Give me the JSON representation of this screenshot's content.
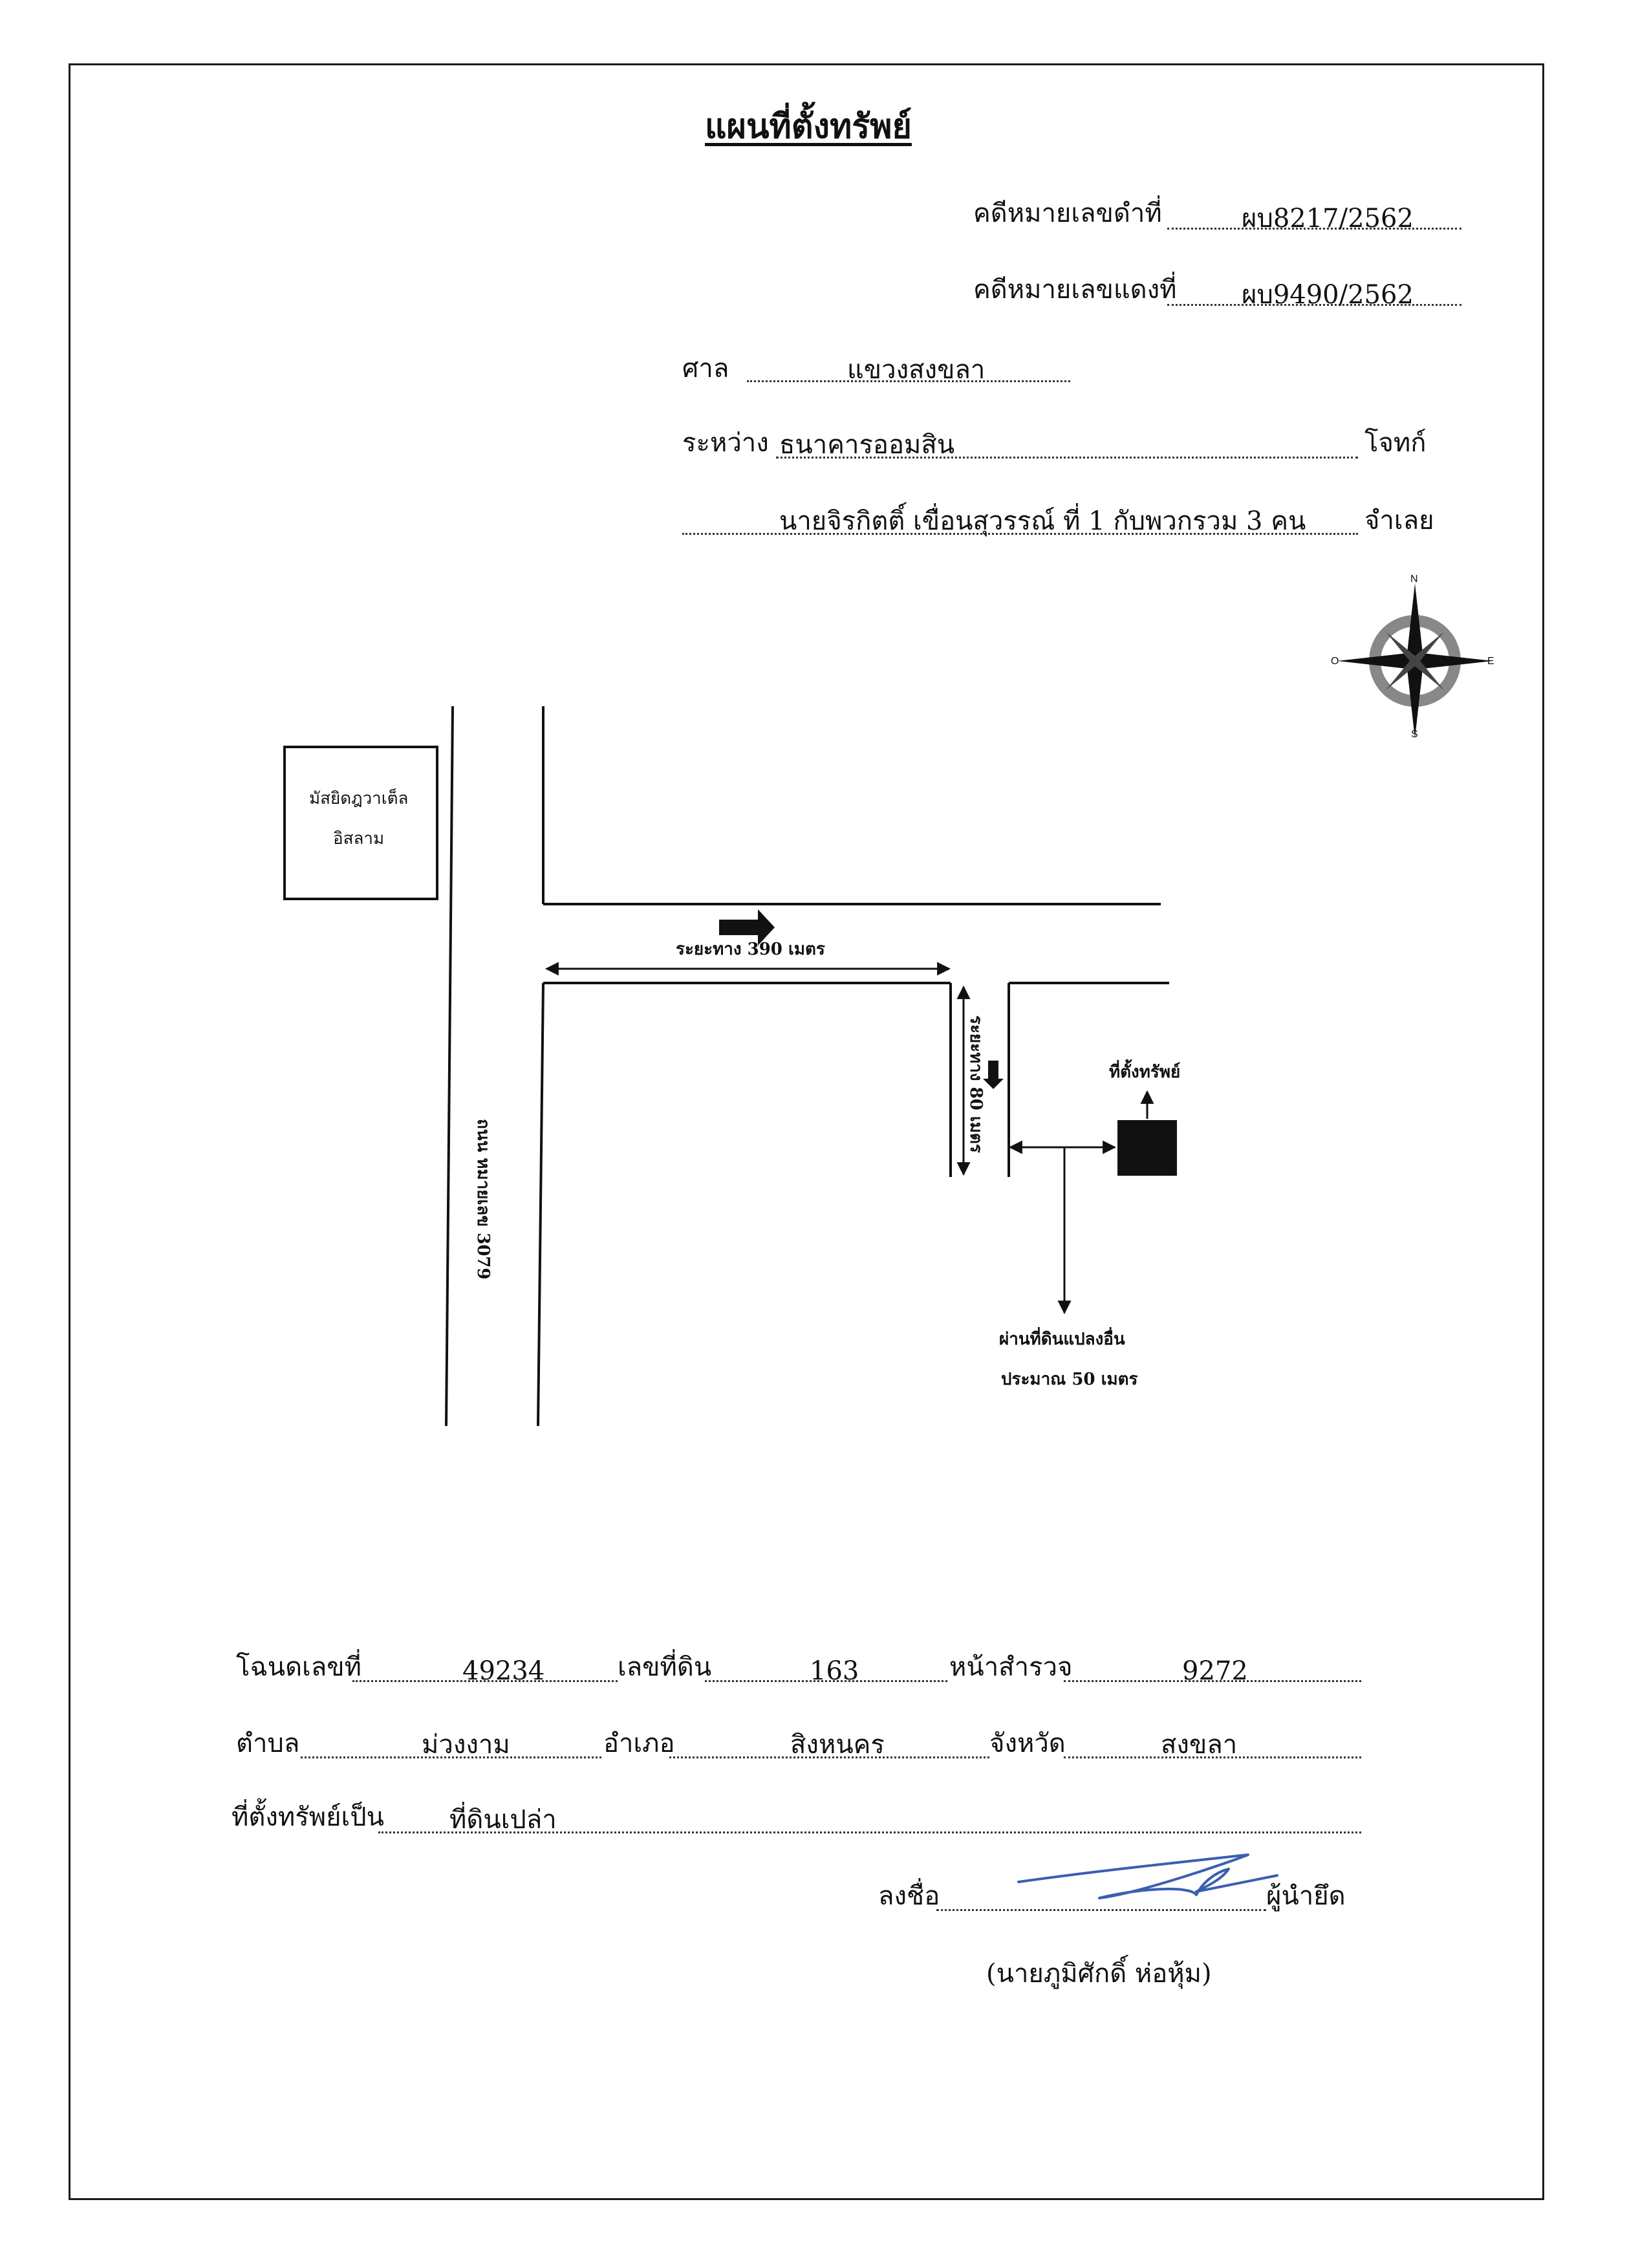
{
  "title": "แผนที่ตั้งทรัพย์",
  "case": {
    "black_label": "คดีหมายเลขดำที่",
    "black_value": "ผบ8217/2562",
    "red_label": "คดีหมายเลขแดงที่",
    "red_value": "ผบ9490/2562",
    "court_label": "ศาล",
    "court_value": "แขวงสงขลา",
    "between_label": "ระหว่าง",
    "plaintiff_value": "ธนาคารออมสิน",
    "plaintiff_role": "โจทก์",
    "defendant_value": "นายจิรกิตติ์ เขื่อนสุวรรณ์ ที่ 1 กับพวกรวม 3 คน",
    "defendant_role": "จำเลย"
  },
  "compass": {
    "n": "N",
    "s": "S",
    "e": "E",
    "o": "O"
  },
  "map": {
    "mosque_line1": "มัสยิดฎวาเต็ล",
    "mosque_line2": "อิสลาม",
    "distance_h": "ระยะทาง 390 เมตร",
    "distance_v": "ระยะทาง 80 เมตร",
    "road_name": "ถนน หมายเลข 3079",
    "property_label": "ที่ตั้งทรัพย์",
    "pass_line1": "ผ่านที่ดินแปลงอื่น",
    "pass_line2": "ประมาณ 50 เมตร"
  },
  "deed": {
    "deed_no_label": "โฉนดเลขที่",
    "deed_no_value": "49234",
    "land_no_label": "เลขที่ดิน",
    "land_no_value": "163",
    "survey_label": "หน้าสำรวจ",
    "survey_value": "9272",
    "subdistrict_label": "ตำบล",
    "subdistrict_value": "ม่วงงาม",
    "district_label": "อำเภอ",
    "district_value": "สิงหนคร",
    "province_label": "จังหวัด",
    "province_value": "สงขลา",
    "type_label": "ที่ตั้งทรัพย์เป็น",
    "type_value": "ที่ดินเปล่า"
  },
  "signature": {
    "sign_label": "ลงชื่อ",
    "role": "ผู้นำยึด",
    "name": "(นายภูมิศักดิ์  ห่อหุ้ม)"
  }
}
